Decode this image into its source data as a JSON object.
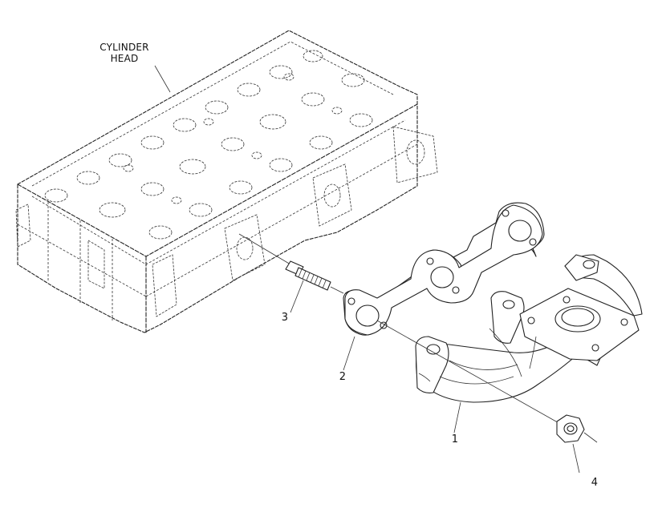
{
  "labels": {
    "cylinder_head_line1": "CYLINDER",
    "cylinder_head_line2": "HEAD",
    "callout_1": "1",
    "callout_2": "2",
    "callout_3": "3",
    "callout_4": "4"
  }
}
